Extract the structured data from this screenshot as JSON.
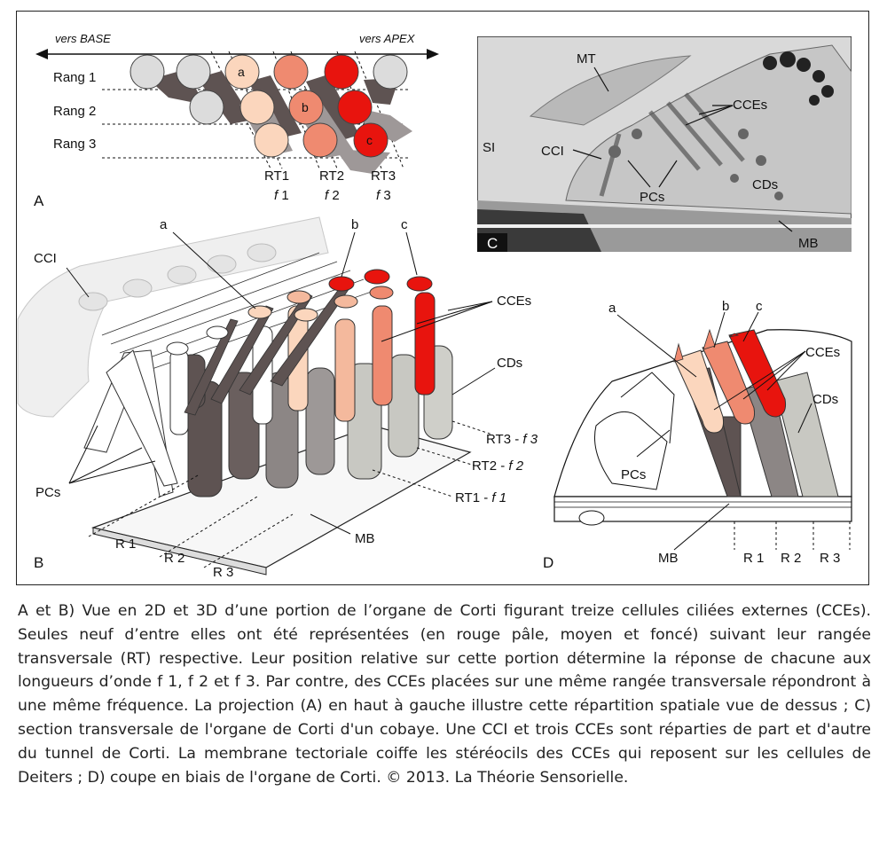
{
  "panelA": {
    "base_label": "vers BASE",
    "apex_label": "vers APEX",
    "rows": [
      "Rang 1",
      "Rang 2",
      "Rang 3"
    ],
    "cell_labels": [
      "a",
      "b",
      "c"
    ],
    "rt": [
      {
        "name": "RT1",
        "f_prefix": "f",
        "f_num": "1"
      },
      {
        "name": "RT2",
        "f_prefix": "f",
        "f_num": "2"
      },
      {
        "name": "RT3",
        "f_prefix": "f",
        "f_num": "3"
      }
    ],
    "letter": "A"
  },
  "panelB": {
    "letter": "B",
    "cci": "CCI",
    "cces": "CCEs",
    "cds": "CDs",
    "pcs": "PCs",
    "mb": "MB",
    "a": "a",
    "b": "b",
    "c": "c",
    "rt3": "RT3 - ",
    "f3": "f 3",
    "rt2": "RT2 - ",
    "f2": "f 2",
    "rt1": "RT1 - ",
    "f1": "f 1",
    "r1": "R 1",
    "r2": "R 2",
    "r3": "R 3"
  },
  "panelC": {
    "letter": "C",
    "mt": "MT",
    "si": "SI",
    "cci": "CCI",
    "cces": "CCEs",
    "pcs": "PCs",
    "cds": "CDs",
    "mb": "MB"
  },
  "panelD": {
    "letter": "D",
    "a": "a",
    "b": "b",
    "c": "c",
    "cces": "CCEs",
    "cds": "CDs",
    "pcs": "PCs",
    "mb": "MB",
    "r1": "R 1",
    "r2": "R 2",
    "r3": "R 3"
  },
  "colors": {
    "pale": "#fbd6bd",
    "medium": "#ef8a70",
    "dark": "#e8140e",
    "grey": "#dcdcdc",
    "darkbrown": "#5e5352"
  },
  "caption": "A et B) Vue en 2D et 3D d’une portion de l’organe de Corti figurant treize cellules ciliées externes (CCEs). Seules neuf d’entre elles ont été représentées (en rouge pâle, moyen et foncé) suivant leur rangée transversale (RT) respective. Leur position relative sur cette portion détermine la réponse de chacune aux longueurs d’onde f 1, f 2 et f 3. Par contre, des CCEs placées sur une même rangée transversale répondront à une même fréquence. La projection (A) en haut à gauche illustre cette répartition spatiale vue de dessus ; C) section transversale de l'organe de Corti d'un cobaye. Une CCI et trois CCEs sont réparties de part et d'autre du tunnel de Corti. La membrane tectoriale coiffe les stéréocils des CCEs qui reposent sur les cellules de Deiters ; D) coupe en biais de l'organe de Corti. © 2013. La Théorie Sensorielle."
}
